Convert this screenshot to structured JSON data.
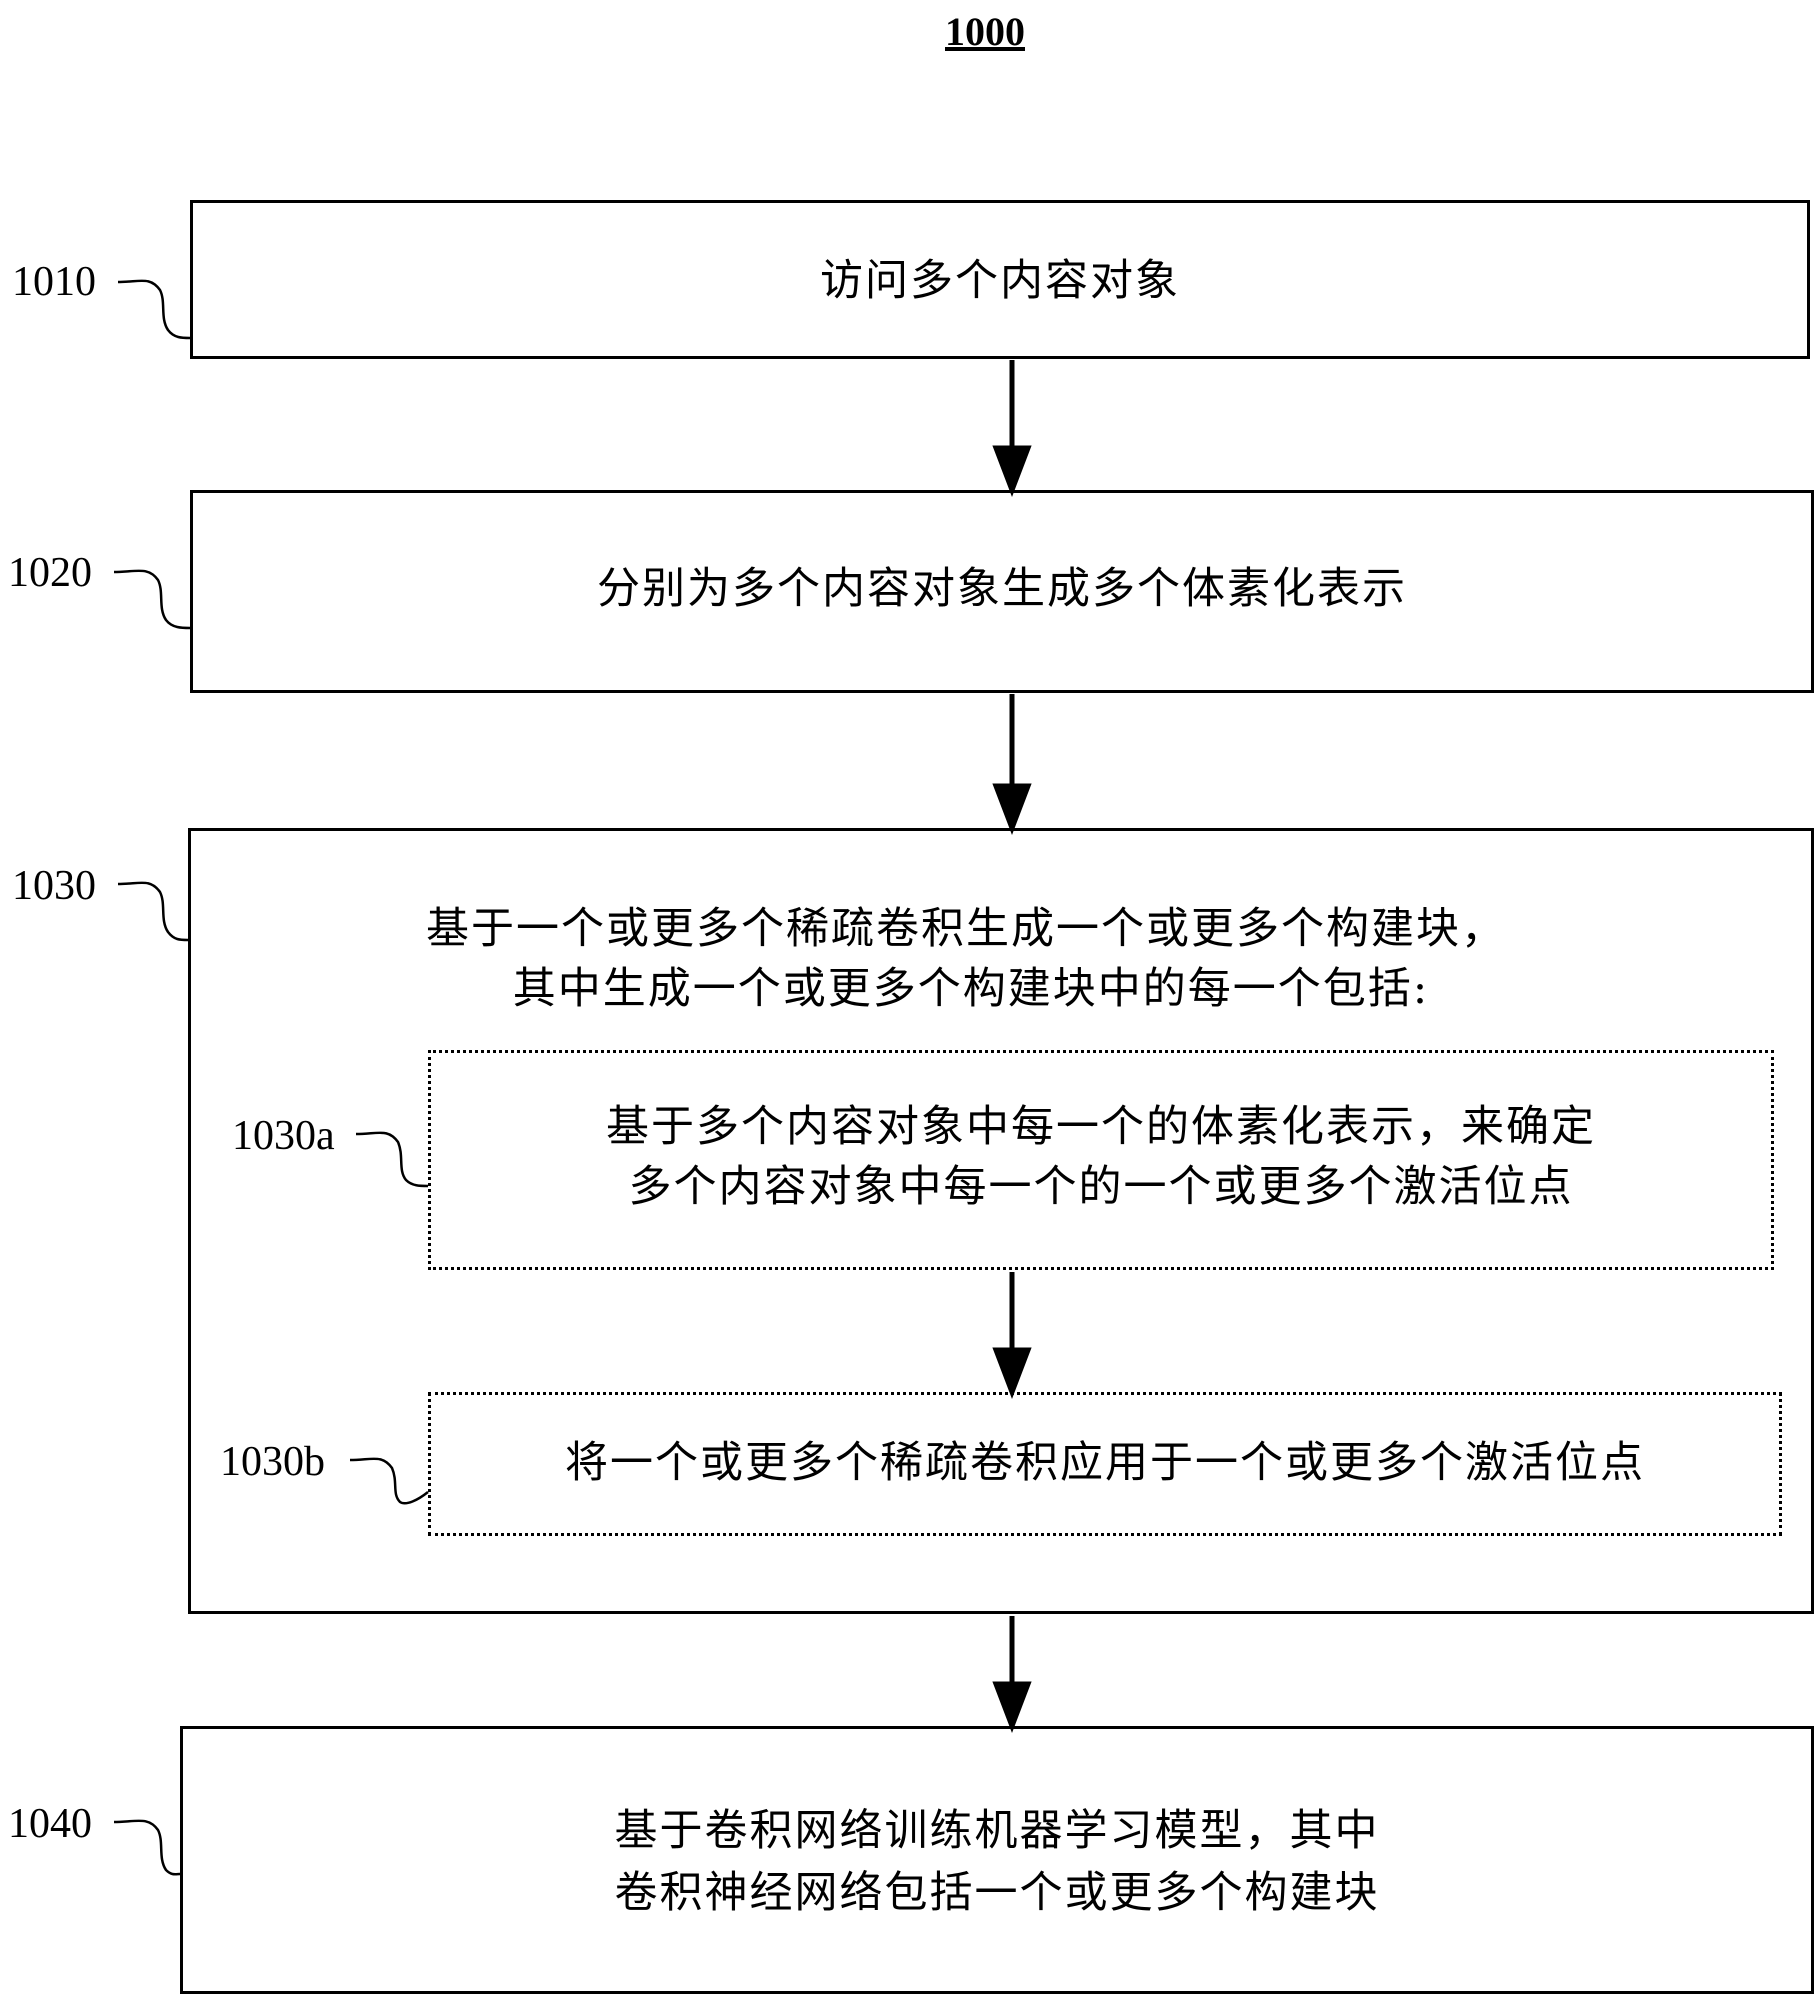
{
  "figure": {
    "number": "1000"
  },
  "steps": {
    "s1010": {
      "label": "1010",
      "text": "访问多个内容对象"
    },
    "s1020": {
      "label": "1020",
      "text": "分别为多个内容对象生成多个体素化表示"
    },
    "s1030": {
      "label": "1030",
      "line1": "基于一个或更多个稀疏卷积生成一个或更多个构建块，",
      "line2": "其中生成一个或更多个构建块中的每一个包括:"
    },
    "s1030a": {
      "label": "1030a",
      "line1": "基于多个内容对象中每一个的体素化表示，来确定",
      "line2": "多个内容对象中每一个的一个或更多个激活位点"
    },
    "s1030b": {
      "label": "1030b",
      "text": "将一个或更多个稀疏卷积应用于一个或更多个激活位点"
    },
    "s1040": {
      "label": "1040",
      "line1": "基于卷积网络训练机器学习模型，其中",
      "line2": "卷积神经网络包括一个或更多个构建块"
    }
  }
}
